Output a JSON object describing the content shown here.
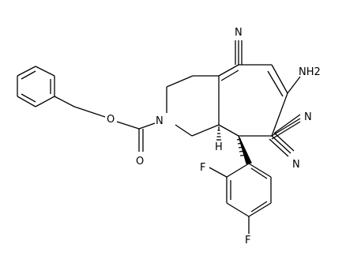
{
  "diagram": {
    "type": "chemical-structure",
    "colors": {
      "bond": "#000000",
      "label": "#000000",
      "background": "#ffffff"
    },
    "atom_labels": {
      "nitrile_top_n": "N",
      "amino": "NH2",
      "nitrile_right_n": "N",
      "nitrile_lower_n": "N",
      "ester_o": "O",
      "carbonyl_o": "O",
      "ring_n": "N",
      "stereo_h": "H",
      "fluoro_ortho": "F",
      "fluoro_para": "F"
    }
  }
}
